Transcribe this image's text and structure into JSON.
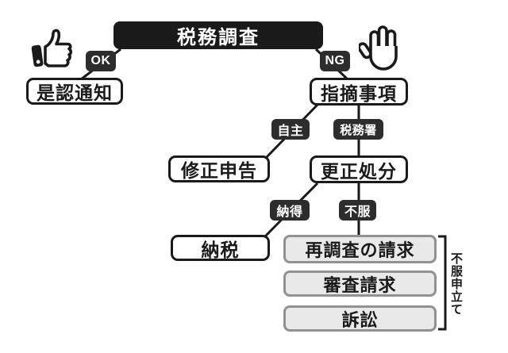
{
  "title": "税務調査",
  "nodes": {
    "approval_notice": "是認通知",
    "pointed_out_items": "指摘事項",
    "amended_return": "修正申告",
    "correction_disposition": "更正処分",
    "tax_payment": "納税",
    "reinvestigation_request": "再調査の請求",
    "examination_request": "審査請求",
    "lawsuit": "訴訟"
  },
  "edge_labels": {
    "ok": "OK",
    "ng": "NG",
    "voluntary": "自主",
    "tax_office": "税務署",
    "accept": "納得",
    "object": "不服"
  },
  "bracket_label": "不服申立て",
  "icons": {
    "approve": "thumbs-up-icon",
    "reject": "stop-hand-icon"
  },
  "colors": {
    "ink": "#1a1a1a",
    "badge_bg": "#2d2d2d",
    "gray_fill": "#e9e9e9",
    "gray_border": "#919191",
    "white": "#ffffff"
  }
}
